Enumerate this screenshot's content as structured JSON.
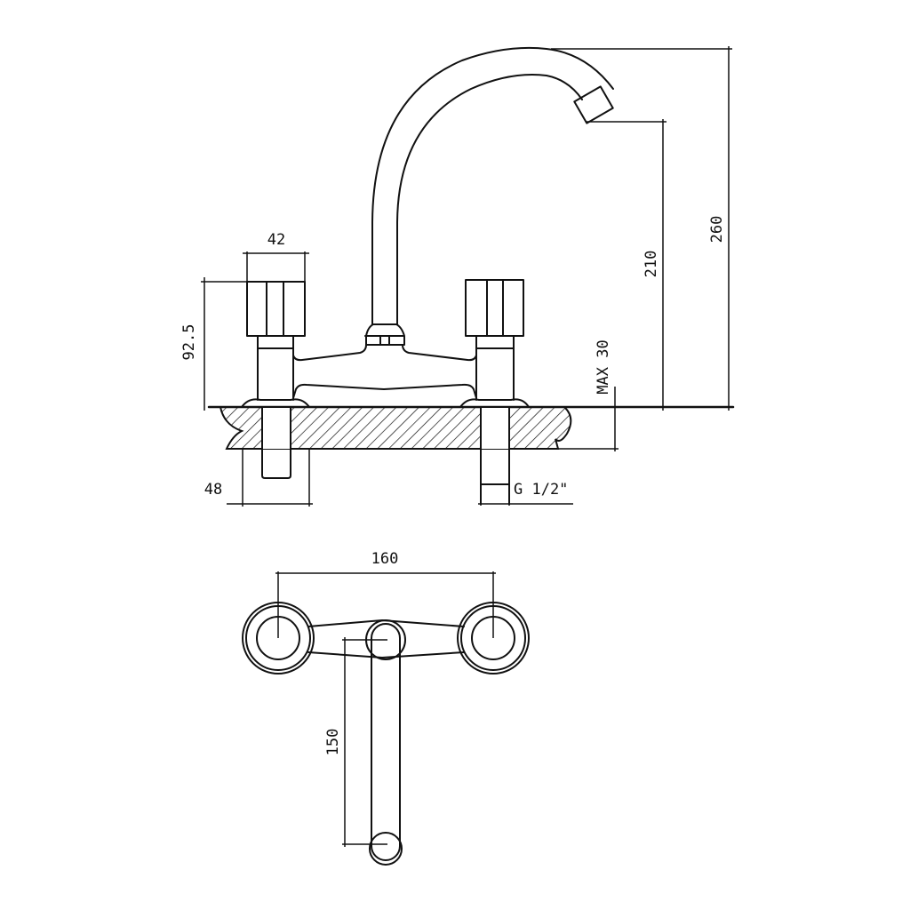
{
  "title": "Kitchen mixer tap dimension drawing",
  "front_view": {
    "dim_knob_width": "42",
    "dim_height_to_knob": "92.5",
    "dim_max_deck": "MAX 30",
    "dim_spout_outlet_height": "210",
    "dim_total_height": "260",
    "dim_flange": "48",
    "dim_thread": "G 1/2\""
  },
  "top_view": {
    "dim_centers": "160",
    "dim_spout_reach": "150"
  },
  "colors": {
    "line": "#111111",
    "background": "#ffffff"
  }
}
